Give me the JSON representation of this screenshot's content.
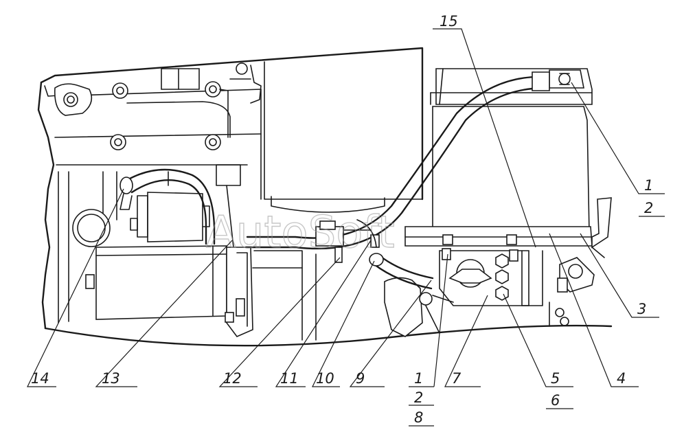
{
  "watermark": "AutoSoft",
  "callouts": [
    {
      "id": "c15",
      "text": "15"
    },
    {
      "id": "c1a",
      "text": "1"
    },
    {
      "id": "c2a",
      "text": "2"
    },
    {
      "id": "c3",
      "text": "3"
    },
    {
      "id": "c4",
      "text": "4"
    },
    {
      "id": "c5",
      "text": "5"
    },
    {
      "id": "c6",
      "text": "6"
    },
    {
      "id": "c7",
      "text": "7"
    },
    {
      "id": "c1b",
      "text": "1"
    },
    {
      "id": "c2b",
      "text": "2"
    },
    {
      "id": "c8",
      "text": "8"
    },
    {
      "id": "c9",
      "text": "9"
    },
    {
      "id": "c10",
      "text": "10"
    },
    {
      "id": "c11",
      "text": "11"
    },
    {
      "id": "c12",
      "text": "12"
    },
    {
      "id": "c13",
      "text": "13"
    },
    {
      "id": "c14",
      "text": "14"
    }
  ]
}
